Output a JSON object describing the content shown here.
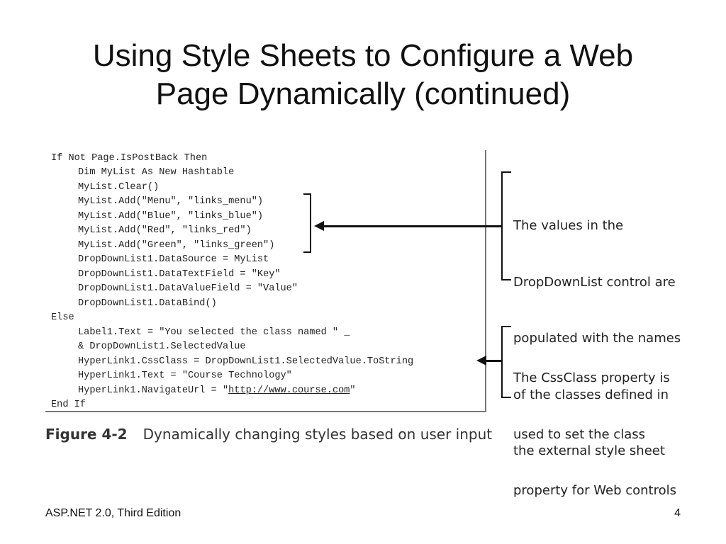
{
  "slide": {
    "title_line1": "Using Style Sheets to Configure a Web",
    "title_line2": "Page Dynamically (continued)"
  },
  "code": {
    "lines": [
      "If Not Page.IsPostBack Then",
      "Dim MyList As New Hashtable",
      "MyList.Clear()",
      "MyList.Add(\"Menu\", \"links_menu\")",
      "MyList.Add(\"Blue\", \"links_blue\")",
      "MyList.Add(\"Red\", \"links_red\")",
      "MyList.Add(\"Green\", \"links_green\")",
      "DropDownList1.DataSource = MyList",
      "DropDownList1.DataTextField = \"Key\"",
      "DropDownList1.DataValueField = \"Value\"",
      "DropDownList1.DataBind()",
      "Else",
      "Label1.Text = \"You selected the class named \" _",
      "& DropDownList1.SelectedValue",
      "HyperLink1.CssClass = DropDownList1.SelectedValue.ToString",
      "HyperLink1.Text = \"Course Technology\"",
      "HyperLink1.NavigateUrl = \"",
      "End If"
    ],
    "url_text": "http://www.course.com",
    "url_close": "\""
  },
  "callouts": {
    "first": [
      "The values in the",
      "DropDownList control are",
      "populated with the names",
      "of the classes defined in",
      "the external style sheet"
    ],
    "second": [
      "The CssClass property is",
      "used to set the class",
      "property for Web controls"
    ]
  },
  "figure": {
    "number": "Figure 4-2",
    "caption": "Dynamically changing styles based on user input"
  },
  "footer": {
    "book": "ASP.NET 2.0, Third Edition",
    "page": "4"
  }
}
